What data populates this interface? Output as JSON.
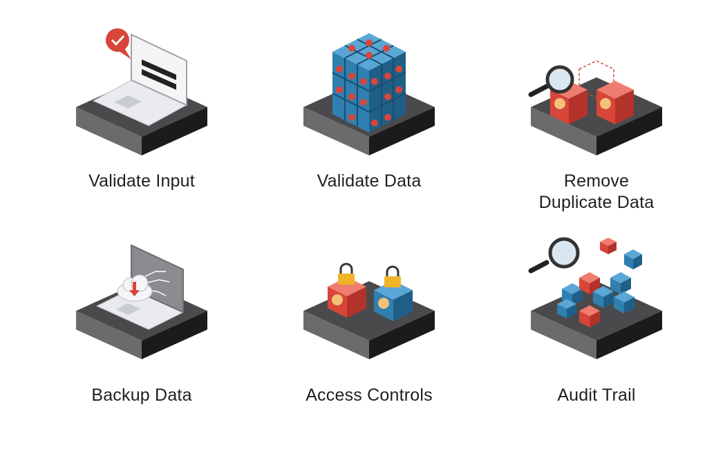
{
  "items": [
    {
      "label": "Validate Input",
      "icon": "laptop-password-check-icon"
    },
    {
      "label": "Validate Data",
      "icon": "data-cube-stack-icon"
    },
    {
      "label": "Remove\nDuplicate Data",
      "icon": "duplicate-profile-magnifier-icon"
    },
    {
      "label": "Backup Data",
      "icon": "laptop-cloud-backup-icon"
    },
    {
      "label": "Access Controls",
      "icon": "locked-profile-boxes-icon"
    },
    {
      "label": "Audit Trail",
      "icon": "magnifier-data-cubes-icon"
    }
  ],
  "colors": {
    "platform_top": "#4a4a4c",
    "platform_left": "#6b6b6d",
    "platform_right": "#1b1b1c",
    "blue": "#2f7fb0",
    "red": "#d8463a",
    "text": "#1f1f1f"
  }
}
